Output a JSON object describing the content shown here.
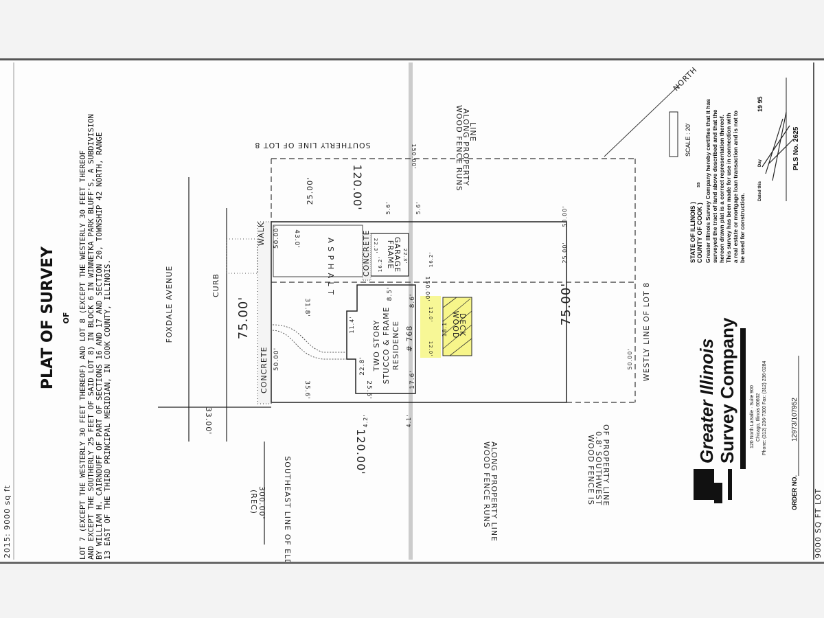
{
  "title": "PLAT OF SURVEY",
  "title_of": "OF",
  "legal_description": [
    "LOT 7 (EXCEPT THE WESTERLY 30 FEET THEREOF) AND LOT 8 (EXCEPT THE WESTERLY 30 FEET THEREOF",
    "AND EXCEPT THE SOUTHERLY 25 FEET OF SAID LOT 8) IN BLOCK 6 IN WINNETKA PARK BLUFF'S, A SUBDIVISION",
    "BY WILLIAM H. CAIRNDUFF OF PART OF SECTIONS 16 AND 17 AND SECTION 20, TOWNSHIP 42 NORTH, RANGE",
    "13 EAST OF THE THIRD PRINCIPAL MERIDIAN, IN COOK COUNTY, ILLINOIS."
  ],
  "drawing": {
    "street": "FOXDALE AVENUE",
    "curb": "CURB",
    "walk": "WALK",
    "concrete": "CONCRETE",
    "asphalt": "A S P H A L T",
    "concrete_small": "CONCRETE",
    "garage": [
      "FRAME",
      "GARAGE"
    ],
    "residence": [
      "TWO STORY",
      "STUCCO & FRAME",
      "RESIDENCE"
    ],
    "house_number": "# 768",
    "deck": [
      "WOOD",
      "DECK"
    ],
    "southeast_line": "SOUTHEAST LINE OF ELDORADO STREET",
    "southerly_line": "SOUTHERLY LINE OF LOT 8",
    "westerly_line": "WESTLY LINE OF LOT 8",
    "fence_top": [
      "WOOD FENCE RUNS",
      "ALONG PROPERTY",
      "LINE"
    ],
    "fence_bottom": [
      "WOOD FENCE RUNS",
      "ALONG PROPERTY LINE"
    ],
    "fence_sw": [
      "WOOD FENCE IS",
      "0.8' SOUTHWEST",
      "OF PROPERTY LINE"
    ],
    "rec": [
      "300.00'",
      "(REC)"
    ],
    "dims": {
      "front": "75.00'",
      "rear": "75.00'",
      "side_top": "120.00'",
      "side_bottom": "120.00'",
      "d25_top": "25.00'",
      "d25_right": "25.00'",
      "d50_a": "50.00'",
      "d50_b": "50.00'",
      "d50_c": "50.00'",
      "d50_d": "50.00'",
      "d33": "33.00'",
      "d150": "150.00'",
      "d150b": "150.00'",
      "d43": "43.0'",
      "d31": "31.8'",
      "d35": "35.6'",
      "d25_6": "25.6'",
      "d22_8": "22.8'",
      "d17_6": "17.6'",
      "d8_6": "8.6'",
      "d8_5": "8.5'",
      "d11_4": "11.4'",
      "d18_1": "18.1'",
      "d12a": "12.0'",
      "d12b": "12.0'",
      "d16a": "16.2'",
      "d16b": "16.2'",
      "d22a": "22.3'",
      "d22b": "22.3'",
      "d5_6a": "5.6'",
      "d5_6b": "5.6'",
      "d4_2": "4.2'",
      "d4_1": "4.1'"
    },
    "north": "NORTH",
    "scale": "SCALE : 20'"
  },
  "certificate": {
    "state": "STATE OF ILLINOIS )",
    "county": "COUNTY OF COOK )",
    "ss": "ss",
    "text": [
      "Greater Illinois Survey Company hereby certifies that it has",
      "surveyed the tract of land above described and that the",
      "hereon drawn plat is a correct representation thereof.",
      "This survey has been made for use in connection with",
      "a real estate or mortgage loan transaction and is not to",
      "be used for construction."
    ],
    "dated": "Dated this",
    "day": "Day",
    "year": "19 95",
    "pls": "PLS No. 2625"
  },
  "company": {
    "logo": "gi",
    "name_1": "Greater Illinois",
    "name_2": "Survey Company",
    "address_1": "120 North LaSalle · Suite 900",
    "address_2": "Chicago, Illinois 60602",
    "phone": "Phone: (312) 236-7300   Fax: (312) 236-0284",
    "order_label": "ORDER NO.",
    "order_no": "12973/107952"
  },
  "handwritten_left": "2015: 9000 sq ft",
  "handwritten_right": "9000 SQ FT LOT"
}
